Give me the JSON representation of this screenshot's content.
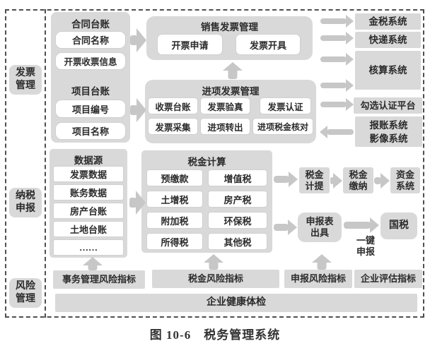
{
  "colors": {
    "container_gray": "#d9d9d9",
    "arrow_gray": "#c7c7c7",
    "text_dark": "#2b2b2b"
  },
  "sidebar": {
    "invoice": {
      "line1": "发票",
      "line2": "管理"
    },
    "tax": {
      "line1": "纳税",
      "line2": "申报"
    },
    "risk": {
      "line1": "风险",
      "line2": "管理"
    }
  },
  "ledger": {
    "contract_header": "合同台账",
    "contract_items": [
      "合同名称",
      "开票收票信息"
    ],
    "project_header": "项目台账",
    "project_items": [
      "项目编号",
      "项目名称"
    ]
  },
  "datasource": {
    "header": "数据源",
    "items": [
      "发票数据",
      "账务数据",
      "房产台账",
      "土地台账",
      "……"
    ]
  },
  "sales": {
    "title": "销售发票管理",
    "items": [
      "开票申请",
      "发票开具"
    ]
  },
  "input_invoice": {
    "title": "进项发票管理",
    "row1": [
      "收票台账",
      "发票验真",
      "发票认证"
    ],
    "row2": [
      "发票采集",
      "进项转出",
      "进项税金核对"
    ]
  },
  "taxcalc": {
    "title": "税金计算",
    "col1": [
      "预缴款",
      "土增税",
      "附加税",
      "所得税"
    ],
    "col2": [
      "增值税",
      "房产税",
      "环保税",
      "其他税"
    ]
  },
  "flow": {
    "accrual": {
      "line1": "税金",
      "line2": "计提"
    },
    "payment": {
      "line1": "税金",
      "line2": "缴纳"
    },
    "fund": {
      "line1": "资金",
      "line2": "系统"
    },
    "declaration": {
      "line1": "申报表",
      "line2": "出具"
    },
    "national_tax": "国税",
    "one_click": {
      "line1": "一键",
      "line2": "申报"
    }
  },
  "systems": {
    "golden_tax": "金税系统",
    "express": "快递系统",
    "accounting": "核算系统",
    "check_platform": "勾选认证平台",
    "reimburse": {
      "line1": "报账系统",
      "line2": "影像系统"
    }
  },
  "risk_row": {
    "items": [
      "事务管理风险指标",
      "税金风险指标",
      "申报风险指标",
      "企业评估指标"
    ],
    "health_check": "企业健康体检"
  },
  "caption": {
    "figure_no": "图 10-6",
    "title": "税务管理系统"
  }
}
